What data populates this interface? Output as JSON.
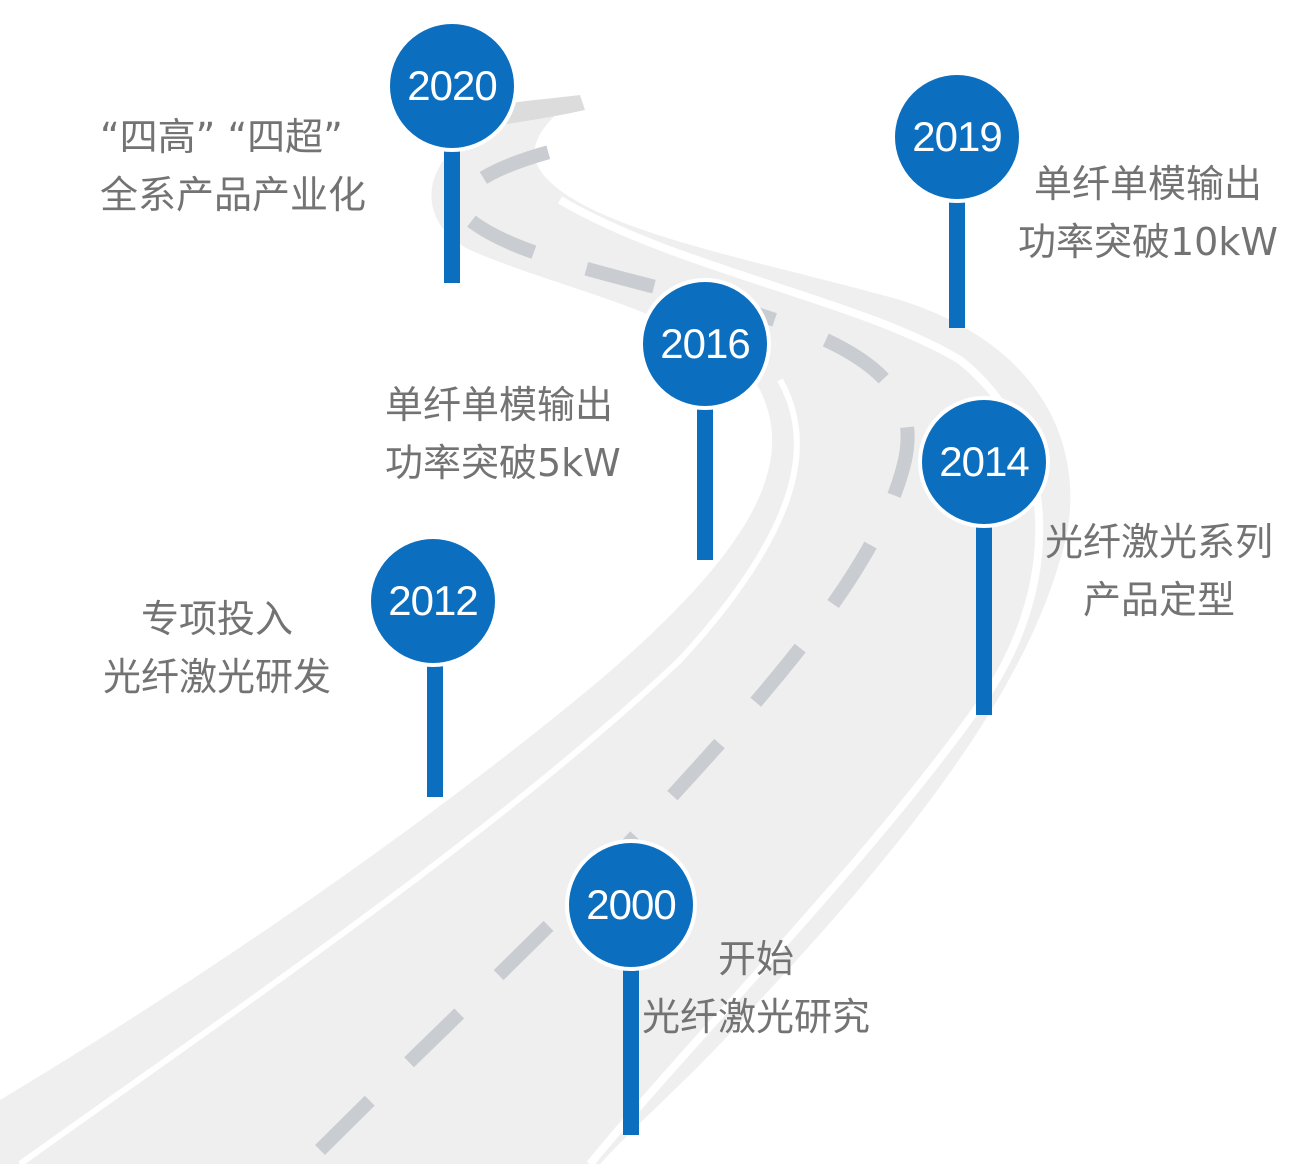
{
  "colors": {
    "marker": "#0b6ebf",
    "text": "#737373",
    "road": "#efefef",
    "lane": "#c9ccd1"
  },
  "milestones": [
    {
      "year": "2020",
      "line1": "“四高” “四超”",
      "line2": "全系产品产业化"
    },
    {
      "year": "2019",
      "line1": "单纤单模输出",
      "line2": "功率突破10kW"
    },
    {
      "year": "2016",
      "line1": "单纤单模输出",
      "line2": "功率突破5kW"
    },
    {
      "year": "2014",
      "line1": "光纤激光系列",
      "line2": "产品定型"
    },
    {
      "year": "2012",
      "line1": "专项投入",
      "line2": "光纤激光研发"
    },
    {
      "year": "2000",
      "line1": "开始",
      "line2": "光纤激光研究"
    }
  ]
}
